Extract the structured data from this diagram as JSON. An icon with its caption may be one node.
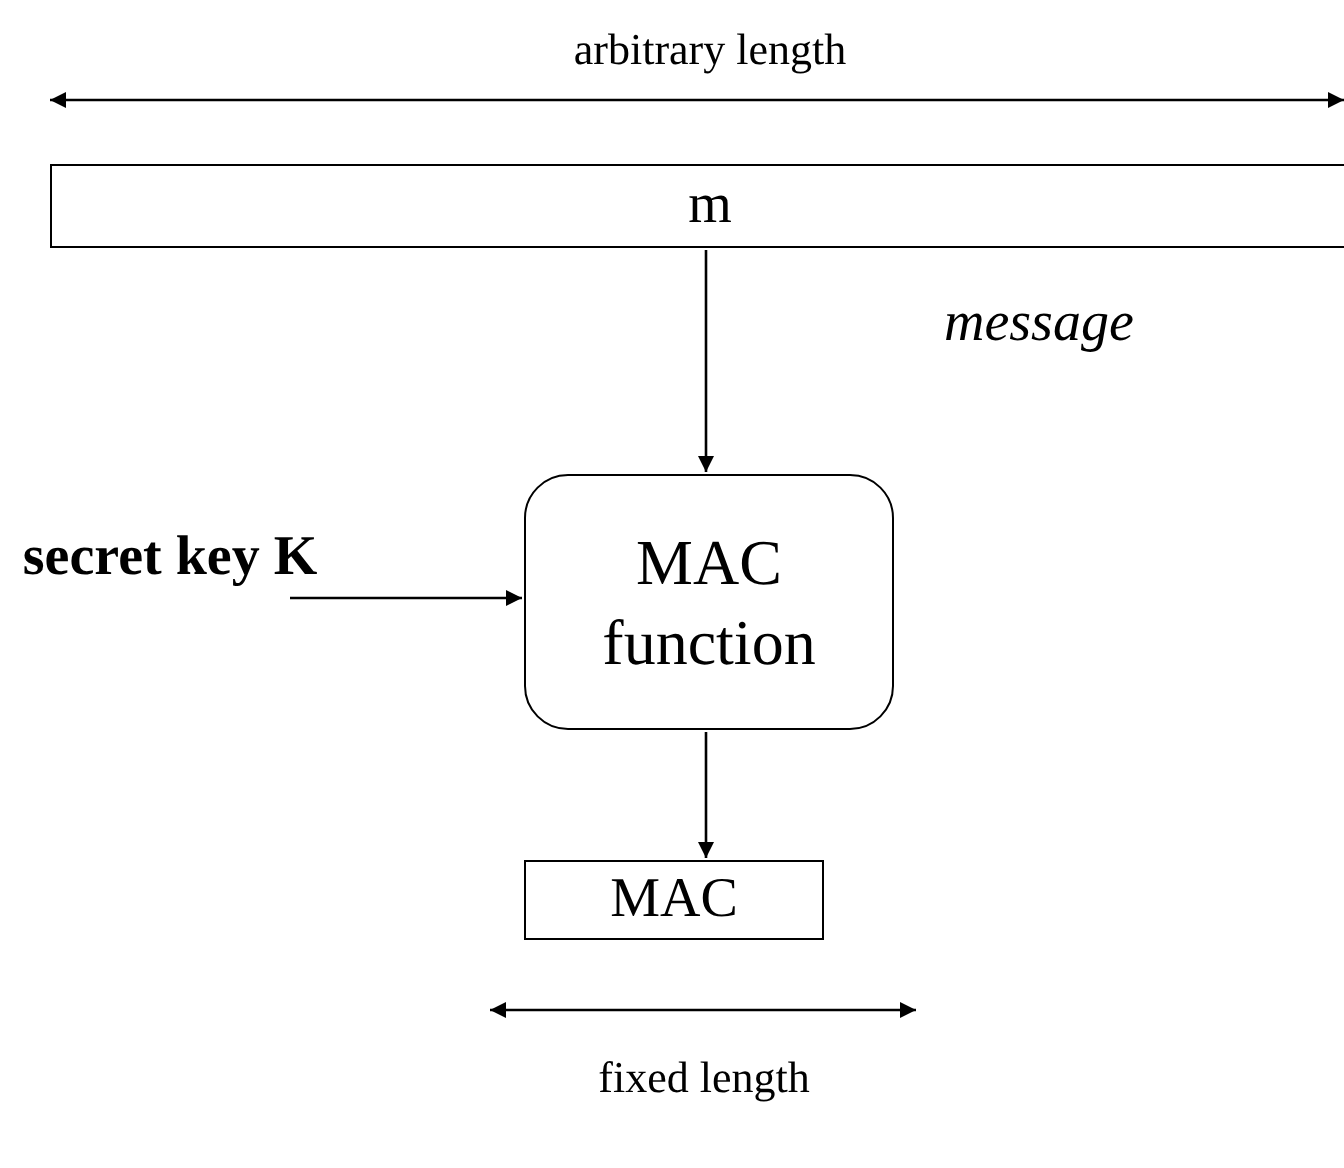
{
  "diagram": {
    "nodes": [
      {
        "text": [
          "m"
        ],
        "beside": [
          "message"
        ]
      },
      {
        "text": [
          "secret key K"
        ]
      },
      {
        "text": [
          "MAC function"
        ]
      },
      {
        "text": [
          "MAC"
        ]
      }
    ],
    "edges": [
      {
        "from": 0,
        "to": 2,
        "arrow": "to"
      },
      {
        "from": 1,
        "to": 2,
        "arrow": "to"
      },
      {
        "from": 2,
        "to": 3,
        "arrow": "to"
      }
    ],
    "labels": [
      "arbitrary length",
      "fixed length"
    ]
  }
}
